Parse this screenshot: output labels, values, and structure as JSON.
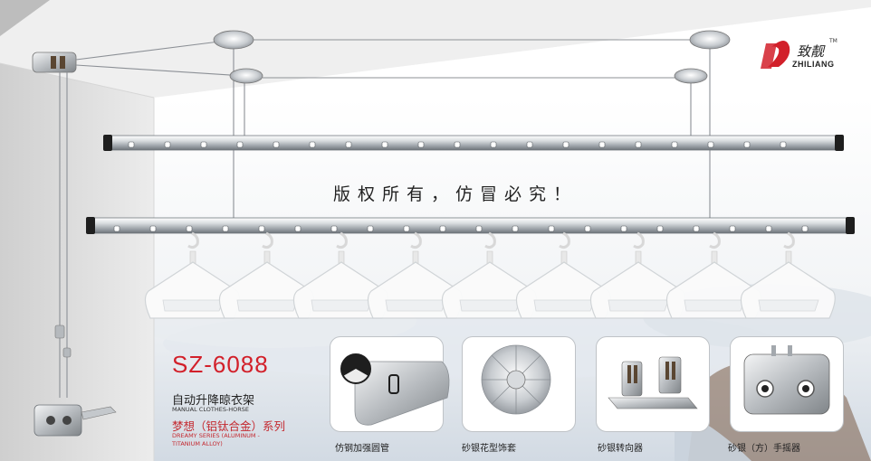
{
  "product": {
    "model": "SZ-6088",
    "name_cn": "自动升降晾衣架",
    "name_en": "MANUAL CLOTHES-HORSE",
    "series_cn": "梦想（铝钛合金）系列",
    "series_en": "DREAMY SERIES (ALUMINUM - TITANIUM ALLOY)"
  },
  "copyright": "版权所有，仿冒必究！",
  "brand": {
    "cn": "致靓",
    "en": "ZHILIANG",
    "tm": "TM"
  },
  "features": [
    {
      "caption": "仿钢加强圆管",
      "icon": "tube-profile-icon"
    },
    {
      "caption": "砂银花型饰套",
      "icon": "flower-cover-icon"
    },
    {
      "caption": "砂银转向器",
      "icon": "pulley-diverter-icon"
    },
    {
      "caption": "砂银（方）手摇器",
      "icon": "hand-crank-icon"
    }
  ],
  "colors": {
    "model_red": "#d2202a",
    "series_red": "#c4282f",
    "metal": "#b9bec3",
    "sky": "#dfe6ee"
  }
}
